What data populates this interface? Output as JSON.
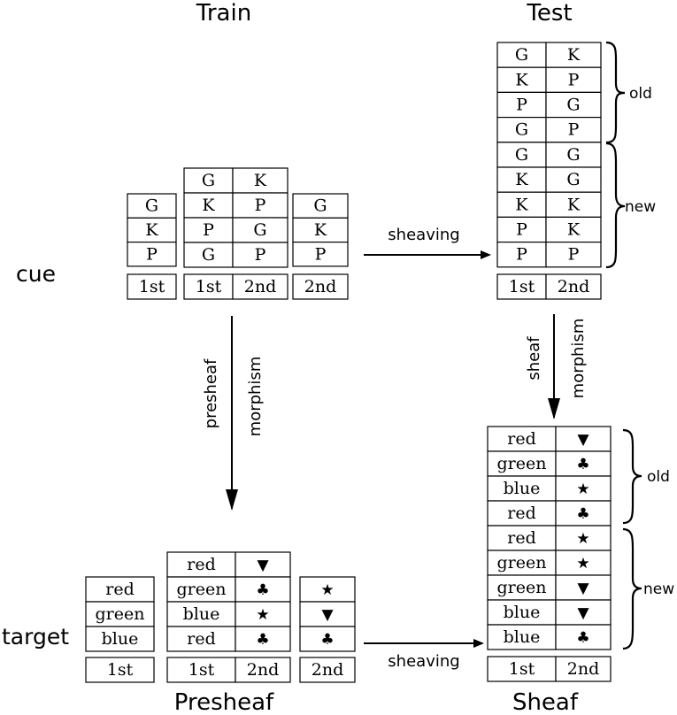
{
  "headings": {
    "train": "Train",
    "test": "Test",
    "presheaf": "Presheaf",
    "sheaf": "Sheaf"
  },
  "row_labels": {
    "cue": "cue",
    "target": "target"
  },
  "arrows": {
    "sheaving_top": "sheaving",
    "sheaving_bottom": "sheaving",
    "presheaf_morphism_line1": "presheaf",
    "presheaf_morphism_line2": "morphism",
    "sheaf_morphism_line1": "sheaf",
    "sheaf_morphism_line2": "morphism"
  },
  "braces": {
    "test_old": "old",
    "test_new": "new",
    "sheaf_old": "old",
    "sheaf_new": "new"
  },
  "symbols": {
    "triangle": "▼",
    "club": "♣",
    "star": "★"
  },
  "tables": {
    "train_cue_1st": {
      "rows": [
        [
          "G"
        ],
        [
          "K"
        ],
        [
          "P"
        ]
      ],
      "footer": [
        "1st"
      ]
    },
    "train_cue_both": {
      "rows": [
        [
          "G",
          "K"
        ],
        [
          "K",
          "P"
        ],
        [
          "P",
          "G"
        ],
        [
          "G",
          "P"
        ]
      ],
      "footer": [
        "1st",
        "2nd"
      ]
    },
    "train_cue_2nd": {
      "rows": [
        [
          "G"
        ],
        [
          "K"
        ],
        [
          "P"
        ]
      ],
      "footer": [
        "2nd"
      ]
    },
    "test_cue": {
      "rows": [
        [
          "G",
          "K"
        ],
        [
          "K",
          "P"
        ],
        [
          "P",
          "G"
        ],
        [
          "G",
          "P"
        ],
        [
          "G",
          "G"
        ],
        [
          "K",
          "G"
        ],
        [
          "K",
          "K"
        ],
        [
          "P",
          "K"
        ],
        [
          "P",
          "P"
        ]
      ],
      "footer": [
        "1st",
        "2nd"
      ]
    },
    "presheaf_target_1st": {
      "rows": [
        [
          "red"
        ],
        [
          "green"
        ],
        [
          "blue"
        ]
      ],
      "footer": [
        "1st"
      ]
    },
    "presheaf_target_both": {
      "rows": [
        [
          "red",
          "triangle"
        ],
        [
          "green",
          "club"
        ],
        [
          "blue",
          "star"
        ],
        [
          "red",
          "club"
        ]
      ],
      "footer": [
        "1st",
        "2nd"
      ]
    },
    "presheaf_target_2nd": {
      "rows": [
        [
          "star"
        ],
        [
          "triangle"
        ],
        [
          "club"
        ]
      ],
      "footer": [
        "2nd"
      ]
    },
    "sheaf_target": {
      "rows": [
        [
          "red",
          "triangle"
        ],
        [
          "green",
          "club"
        ],
        [
          "blue",
          "star"
        ],
        [
          "red",
          "club"
        ],
        [
          "red",
          "star"
        ],
        [
          "green",
          "star"
        ],
        [
          "green",
          "triangle"
        ],
        [
          "blue",
          "triangle"
        ],
        [
          "blue",
          "club"
        ]
      ],
      "footer": [
        "1st",
        "2nd"
      ]
    }
  }
}
